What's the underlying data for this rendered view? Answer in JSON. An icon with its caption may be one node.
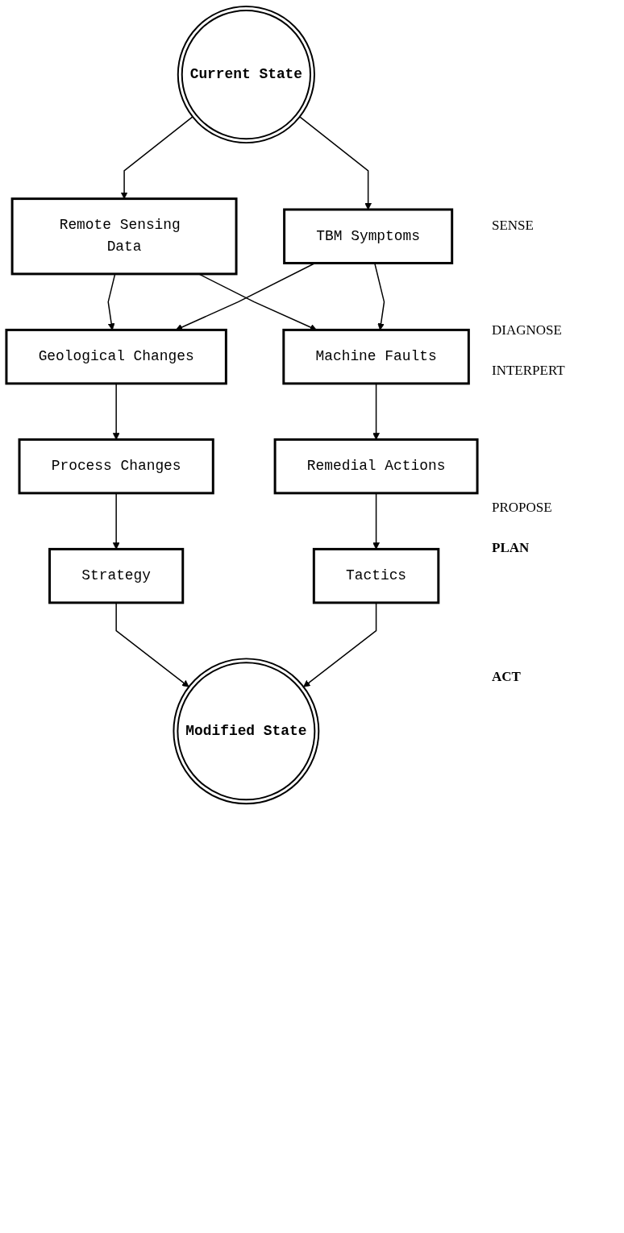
{
  "diagram": {
    "nodes": [
      {
        "text": [
          "Current State"
        ]
      },
      {
        "text": [
          "Remote Sensing Data"
        ]
      },
      {
        "text": [
          "TBM Symptoms"
        ]
      },
      {
        "text": [
          "Geological Changes"
        ]
      },
      {
        "text": [
          "Machine Faults"
        ]
      },
      {
        "text": [
          "Process Changes"
        ]
      },
      {
        "text": [
          "Remedial Actions"
        ]
      },
      {
        "text": [
          "Strategy"
        ]
      },
      {
        "text": [
          "Tactics"
        ]
      },
      {
        "text": [
          "Modified State"
        ]
      }
    ],
    "edges": [
      {
        "from": 0,
        "to": 1,
        "arrow": "to"
      },
      {
        "from": 0,
        "to": 2,
        "arrow": "to"
      },
      {
        "from": 1,
        "to": 3,
        "arrow": "to"
      },
      {
        "from": 1,
        "to": 4,
        "arrow": "to"
      },
      {
        "from": 2,
        "to": 3,
        "arrow": "to"
      },
      {
        "from": 2,
        "to": 4,
        "arrow": "to"
      },
      {
        "from": 3,
        "to": 5,
        "arrow": "to"
      },
      {
        "from": 4,
        "to": 6,
        "arrow": "to"
      },
      {
        "from": 5,
        "to": 7,
        "arrow": "to"
      },
      {
        "from": 6,
        "to": 8,
        "arrow": "to"
      },
      {
        "from": 7,
        "to": 9,
        "arrow": "to"
      },
      {
        "from": 8,
        "to": 9,
        "arrow": "to"
      }
    ],
    "labels": [
      "SENSE",
      "DIAGNOSE",
      "INTERPERT",
      "PROPOSE",
      "PLAN",
      "ACT"
    ]
  }
}
